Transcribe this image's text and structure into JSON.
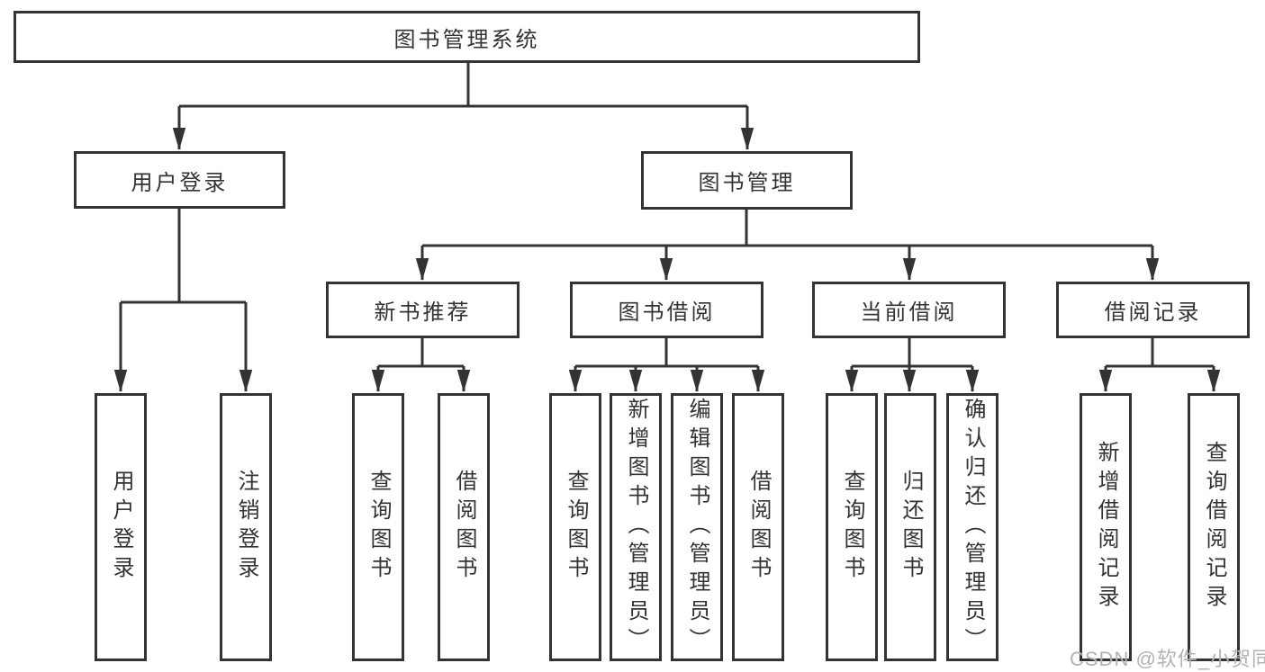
{
  "diagram": {
    "root": {
      "label": "图书管理系统"
    },
    "level2": [
      {
        "label": "用户登录"
      },
      {
        "label": "图书管理"
      }
    ],
    "level3": [
      {
        "label": "新书推荐"
      },
      {
        "label": "图书借阅"
      },
      {
        "label": "当前借阅"
      },
      {
        "label": "借阅记录"
      }
    ],
    "leaf_groups": [
      {
        "parent": "用户登录",
        "items": [
          "用户登录",
          "注销登录"
        ]
      },
      {
        "parent": "新书推荐",
        "items": [
          "查询图书",
          "借阅图书"
        ]
      },
      {
        "parent": "图书借阅",
        "items": [
          "查询图书",
          "新增图书（管理员）",
          "编辑图书（管理员）",
          "借阅图书"
        ]
      },
      {
        "parent": "当前借阅",
        "items": [
          "查询图书",
          "归还图书",
          "确认归还（管理员）"
        ]
      },
      {
        "parent": "借阅记录",
        "items": [
          "新增借阅记录",
          "查询借阅记录"
        ]
      }
    ]
  },
  "watermark": "CSDN @软件_小贺同学",
  "colors": {
    "line": "#333333",
    "box_fill": "#ffffff",
    "text": "#333333",
    "watermark": "#b2b2b2"
  }
}
